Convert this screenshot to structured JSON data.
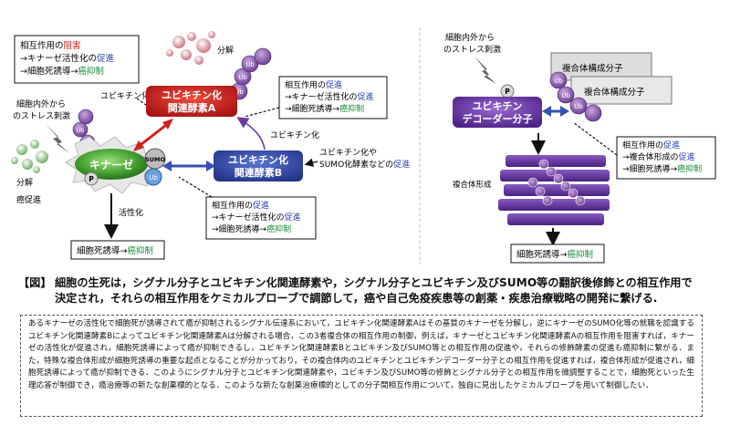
{
  "left_panel": {
    "degradation": "分解",
    "box_top_left": {
      "line1_prefix": "相互作用の",
      "line1_keyword": "阻害",
      "line2_prefix": "→キナーゼ活性化の",
      "line2_keyword": "促進",
      "line3_prefix": "→細胞死誘導→",
      "line3_keyword": "癌抑制"
    },
    "ub_label_1": "ユビキチン化",
    "stress_line1": "細胞内外から",
    "stress_line2": "のストレス刺激",
    "enzyme_a_line1": "ユビキチン化",
    "enzyme_a_line2": "関連酵素A",
    "box_top_right": {
      "line1_prefix": "相互作用の",
      "line1_keyword": "促進",
      "line2_prefix": "→キナーゼ活性化の",
      "line2_keyword": "促進",
      "line3_prefix": "→細胞死誘導→",
      "line3_keyword": "癌抑制"
    },
    "ub_label_2": "ユビキチン化",
    "kinase": "キナーゼ",
    "sumo": "SUMO",
    "ub": "Ub",
    "p": "P",
    "degradation_left": "分解",
    "cancer_promotion": "癌促進",
    "enzyme_b_line1": "ユビキチン化",
    "enzyme_b_line2": "関連酵素B",
    "right_note_line1": "ユビキチン化や",
    "right_note_line2_prefix": "SUMO化酵素などの",
    "right_note_line2_keyword": "促進",
    "box_bottom": {
      "line1_prefix": "相互作用の",
      "line1_keyword": "促進",
      "line2_prefix": "→キナーゼ活性化の",
      "line2_keyword": "促進",
      "line3_prefix": "→細胞死誘導→",
      "line3_keyword": "癌抑制"
    },
    "activation": "活性化",
    "result_prefix": "細胞死誘導→",
    "result_keyword": "癌抑制"
  },
  "right_panel": {
    "stress_line1": "細胞内外から",
    "stress_line2": "のストレス刺激",
    "complex_member_1": "複合体構成分子",
    "complex_member_2": "複合体構成分子",
    "deubiquitinase_line1": "ユビキチン",
    "deubiquitinase_line2": "デコーダー分子",
    "box": {
      "line1_prefix": "相互作用の",
      "line1_keyword": "促進",
      "line2_prefix": "→複合体形成の",
      "line2_keyword": "促進",
      "line3_prefix": "→細胞死誘導→",
      "line3_keyword": "癌抑制"
    },
    "complex_formation": "複合体形成",
    "result_prefix": "細胞死誘導→",
    "result_keyword": "癌抑制"
  },
  "caption": {
    "tag": "【図】",
    "line1": "細胞の生死は，シグナル分子とユビキチン化関連酵素や，シグナル分子とユビキチン及びSUMO等の翻訳後修飾との相互作用で",
    "line2": "決定され，それらの相互作用をケミカルプローブで調節して，癌や自己免疫疾患等の創薬・疾患治療戦略の開発に繋げる."
  },
  "summary": "あるキナーゼの活性化で細胞死が誘導されて癌が抑制されるシグナル伝達系において，ユビキチン化関連酵素Aはその基質のキナーゼを分解し，逆にキナーゼのSUMO化等の就職を認識するユビキチン化関連酵素Bによってユビキチン化関連酵素Aは分解される場合，この3者複合体の相互作用の制御，例えば，キナーゼとユビキチン化関連酵素Aの相互作用を阻害すれば，キナーゼの活性化が促進され，細胞死誘導によって癌が抑制できるし，ユビキチン化関連酵素Bとユビキチン及びSUMO等との相互作用の促進や，それらの修飾酵素の促進も癌抑制に繋がる．また，特殊な複合体形成が細胞死誘導の重要な起点となることが分かっており，その複合体内のユビキチンとユビキチンデコーダー分子との相互作用を促進すれば，複合体形成が促進され，細胞死誘導によって癌が抑制できる．このようにシグナル分子とユビキチン化関連酵素や，ユビキチン及びSUMO等の修飾とシグナル分子との相互作用を微調整することで，細胞死といった生理応答が制御でき，癌治療等の新たな創薬標的となる．このような新たな創薬治療標的としての分子間相互作用について，独自に見出したケミカルプローブを用いて制御したい．",
  "colors": {
    "keyword_red": "#d0201a",
    "keyword_blue": "#2b3fb0",
    "keyword_green": "#178a3a",
    "enzyme_a": "#d62a2a",
    "enzyme_b": "#3652b0",
    "kinase": "#3a8a2a",
    "ub": "#8a5aa8",
    "decoder": "#6a3aa0"
  }
}
